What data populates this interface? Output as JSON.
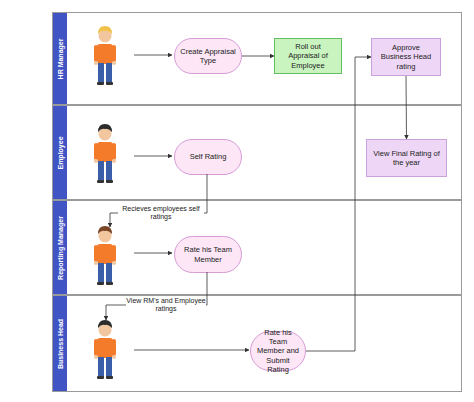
{
  "diagram": {
    "nodes": [
      {
        "text": [
          "HR Manager"
        ]
      },
      {
        "text": [
          "Create Appraisal Type"
        ],
        "in": 0
      },
      {
        "text": [
          "Roll out Appraisal of Employee"
        ],
        "in": 0
      },
      {
        "text": [
          "Approve Business Head rating"
        ],
        "in": 0
      },
      {
        "text": [
          "Employee"
        ]
      },
      {
        "text": [
          "Self Rating"
        ],
        "in": 4
      },
      {
        "text": [
          "View Final Rating of the year"
        ],
        "in": 4
      },
      {
        "text": [
          "Reporting Manager"
        ]
      },
      {
        "text": [
          "Rate his Team Member"
        ],
        "in": 7
      },
      {
        "text": [
          "Business Head"
        ]
      },
      {
        "text": [
          "Rate his Team Member and Submit Rating"
        ],
        "in": 9
      }
    ],
    "edges": [
      {
        "from": 1,
        "to": 2,
        "arrow": "to"
      },
      {
        "from": 10,
        "to": 3,
        "arrow": "to"
      },
      {
        "from": 3,
        "to": 6,
        "arrow": "to"
      }
    ],
    "labels": [
      "Recieves employees self ratings",
      "View RM's and Employee ratings"
    ]
  }
}
